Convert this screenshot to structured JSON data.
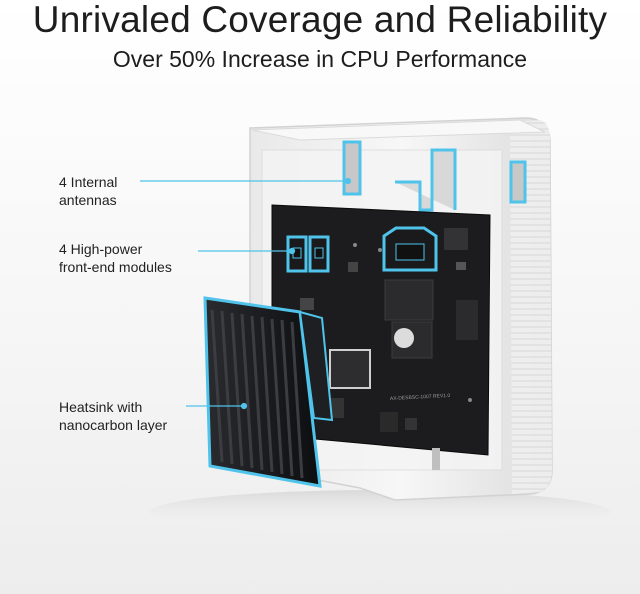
{
  "header": {
    "title": "Unrivaled Coverage and Reliability",
    "subtitle": "Over 50% Increase in CPU Performance"
  },
  "callouts": [
    {
      "line1": "4 Internal",
      "line2": "antennas"
    },
    {
      "line1": "4 High-power",
      "line2": "front-end modules"
    },
    {
      "line1": "Heatsink with",
      "line2": "nanocarbon layer"
    }
  ],
  "board_marking": "AX-DESBSC-1007 REV1.0",
  "colors": {
    "accent": "#4fc3ea",
    "pcb": "#1c1c1e",
    "heatsink": "#16171a",
    "shell": "#f1f1f1",
    "text": "#1d1d1d"
  },
  "icons": [
    "internal-antenna",
    "front-end-module",
    "heatsink-fins",
    "callout-dot"
  ]
}
